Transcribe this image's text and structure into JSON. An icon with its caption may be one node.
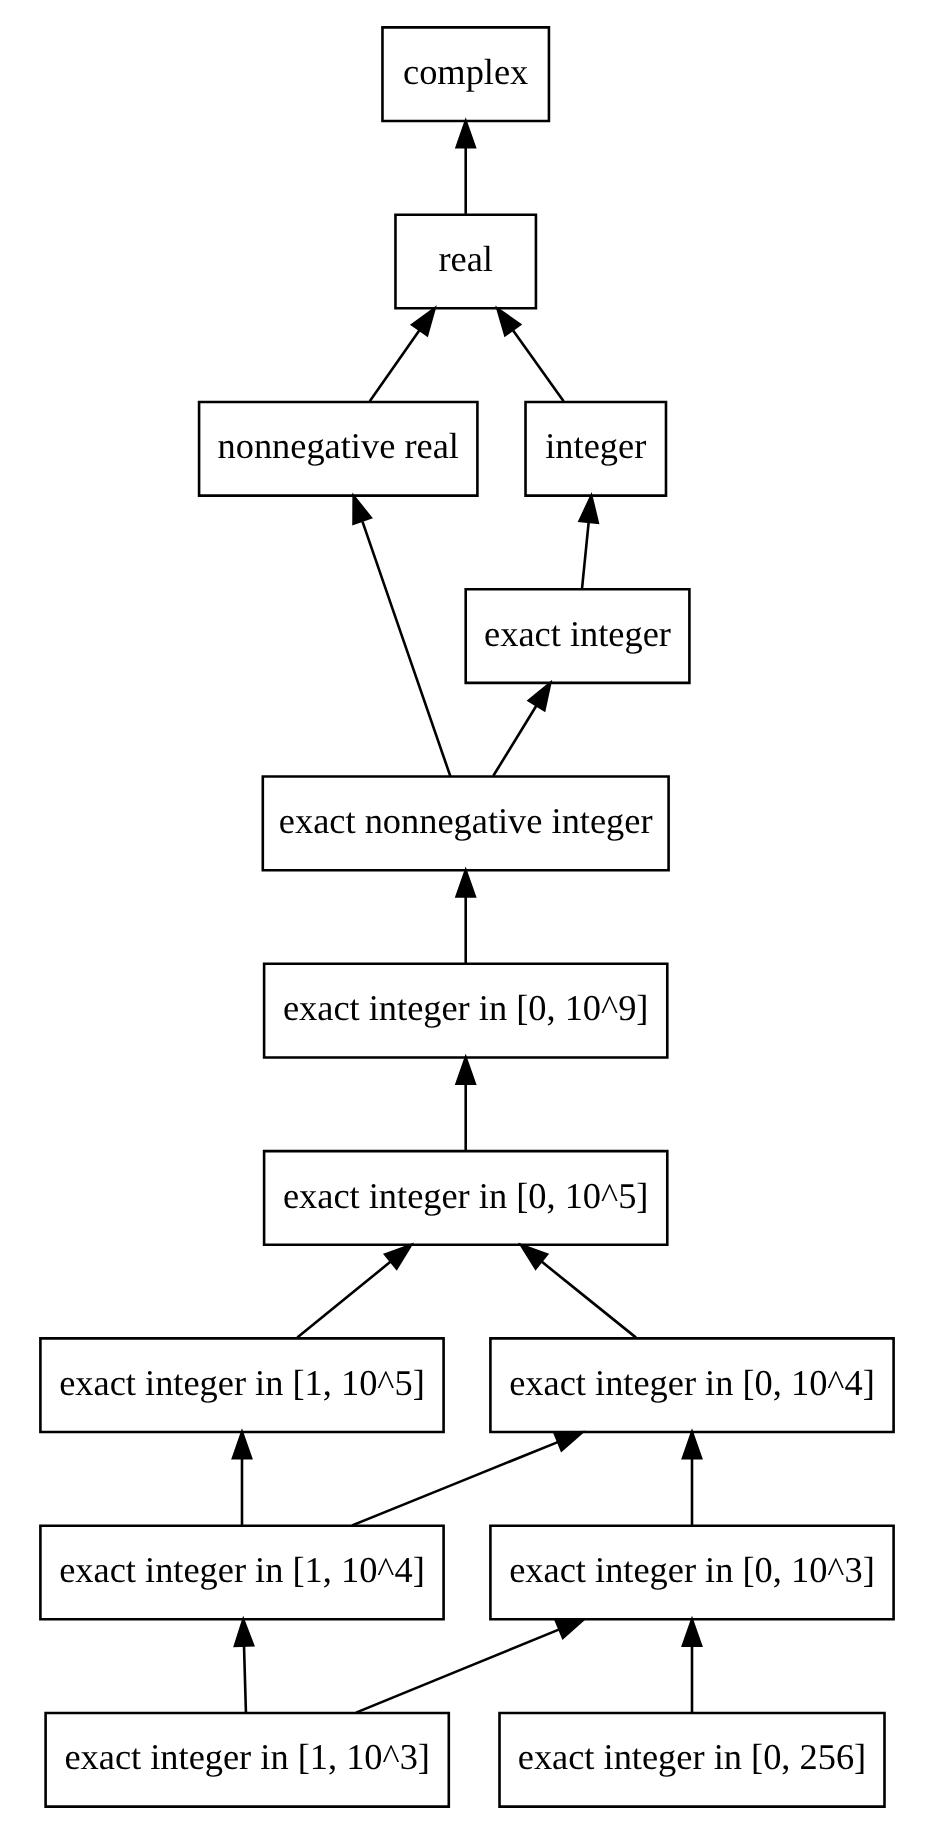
{
  "diagram": {
    "nodes": [
      {
        "text": [
          "complex"
        ]
      },
      {
        "text": [
          "real"
        ]
      },
      {
        "text": [
          "integer"
        ]
      },
      {
        "text": [
          "nonnegative real"
        ]
      },
      {
        "text": [
          "exact integer"
        ]
      },
      {
        "text": [
          "exact nonnegative integer"
        ]
      },
      {
        "text": [
          "exact integer in [0, 10^9]"
        ]
      },
      {
        "text": [
          "exact integer in [0, 10^5]"
        ]
      },
      {
        "text": [
          "exact integer in [1, 10^5]"
        ]
      },
      {
        "text": [
          "exact integer in [0, 10^4]"
        ]
      },
      {
        "text": [
          "exact integer in [1, 10^4]"
        ]
      },
      {
        "text": [
          "exact integer in [0, 10^3]"
        ]
      },
      {
        "text": [
          "exact integer in [1, 10^3]"
        ]
      },
      {
        "text": [
          "exact integer in [0, 256]"
        ]
      }
    ],
    "edges": [
      {
        "from": 1,
        "to": 0,
        "arrow": "to"
      },
      {
        "from": 2,
        "to": 1,
        "arrow": "to"
      },
      {
        "from": 3,
        "to": 1,
        "arrow": "to"
      },
      {
        "from": 4,
        "to": 2,
        "arrow": "to"
      },
      {
        "from": 5,
        "to": 3,
        "arrow": "to"
      },
      {
        "from": 5,
        "to": 4,
        "arrow": "to"
      },
      {
        "from": 6,
        "to": 5,
        "arrow": "to"
      },
      {
        "from": 7,
        "to": 6,
        "arrow": "to"
      },
      {
        "from": 8,
        "to": 7,
        "arrow": "to"
      },
      {
        "from": 9,
        "to": 7,
        "arrow": "to"
      },
      {
        "from": 10,
        "to": 8,
        "arrow": "to"
      },
      {
        "from": 10,
        "to": 9,
        "arrow": "to"
      },
      {
        "from": 11,
        "to": 9,
        "arrow": "to"
      },
      {
        "from": 12,
        "to": 10,
        "arrow": "to"
      },
      {
        "from": 12,
        "to": 11,
        "arrow": "to"
      },
      {
        "from": 13,
        "to": 11,
        "arrow": "to"
      }
    ]
  }
}
